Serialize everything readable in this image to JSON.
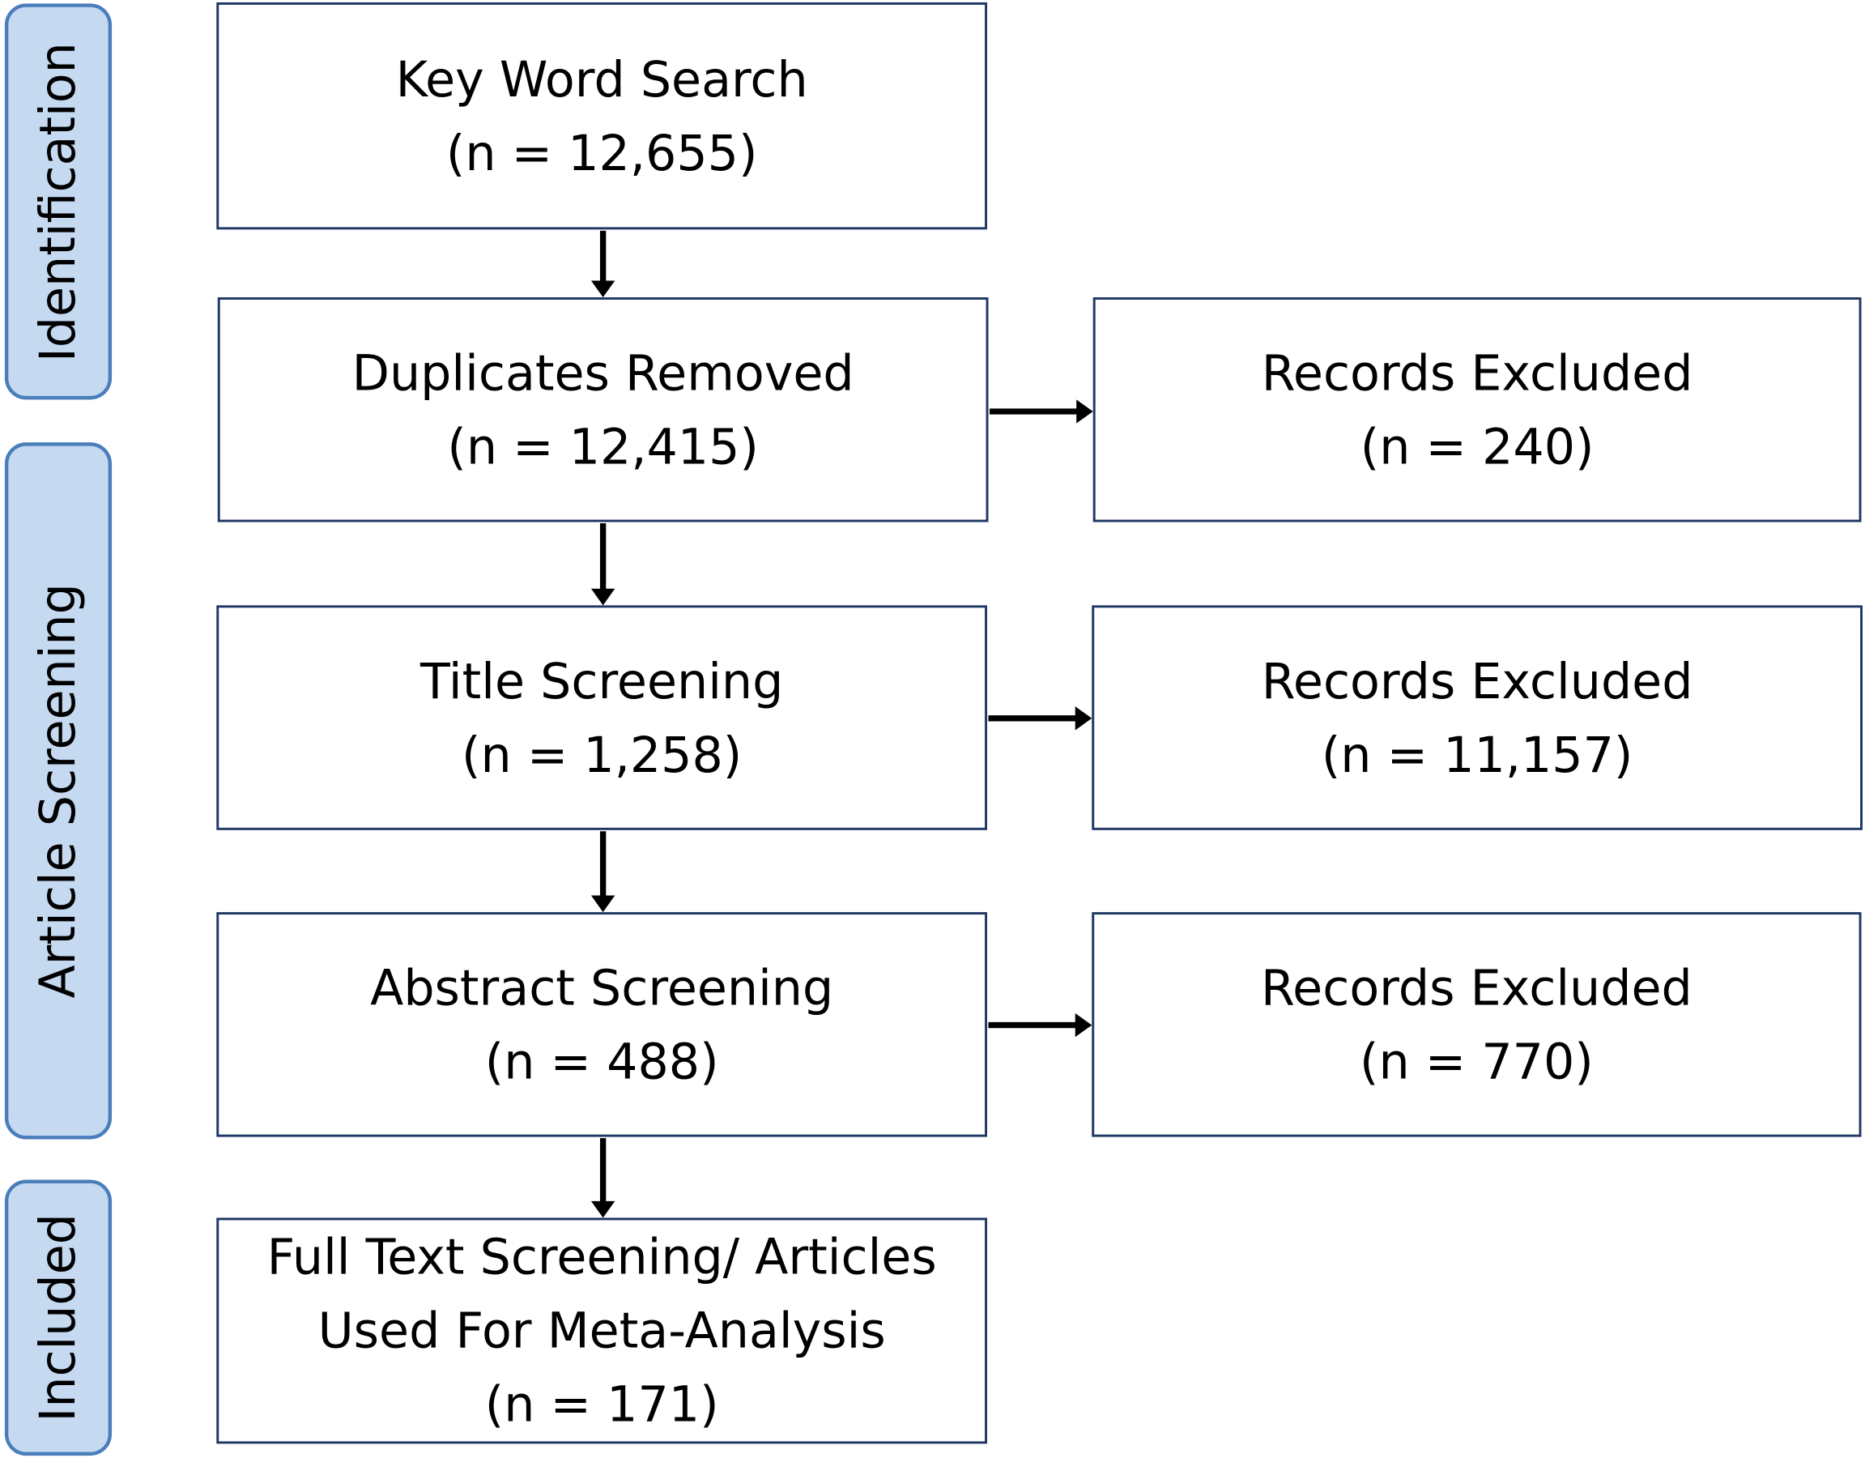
{
  "phases": {
    "identification": "Identification",
    "article_screening": "Article Screening",
    "included": "Included"
  },
  "main_flow": [
    {
      "title": "Key Word Search",
      "count": "(n = 12,655)"
    },
    {
      "title": "Duplicates Removed",
      "count": "(n = 12,415)"
    },
    {
      "title": "Title Screening",
      "count": "(n = 1,258)"
    },
    {
      "title": "Abstract Screening",
      "count": "(n = 488)"
    },
    {
      "title_line1": "Full Text Screening/ Articles",
      "title_line2": "Used For Meta-Analysis",
      "count": "(n = 171)"
    }
  ],
  "excluded": [
    {
      "title": "Records Excluded",
      "count": "(n = 240)"
    },
    {
      "title": "Records Excluded",
      "count": "(n = 11,157)"
    },
    {
      "title": "Records Excluded",
      "count": "(n = 770)"
    }
  ],
  "colors": {
    "phase_fill": "#c5d9f1",
    "phase_border": "#4a7ebb",
    "box_border": "#1f3864",
    "arrow": "#000000"
  }
}
